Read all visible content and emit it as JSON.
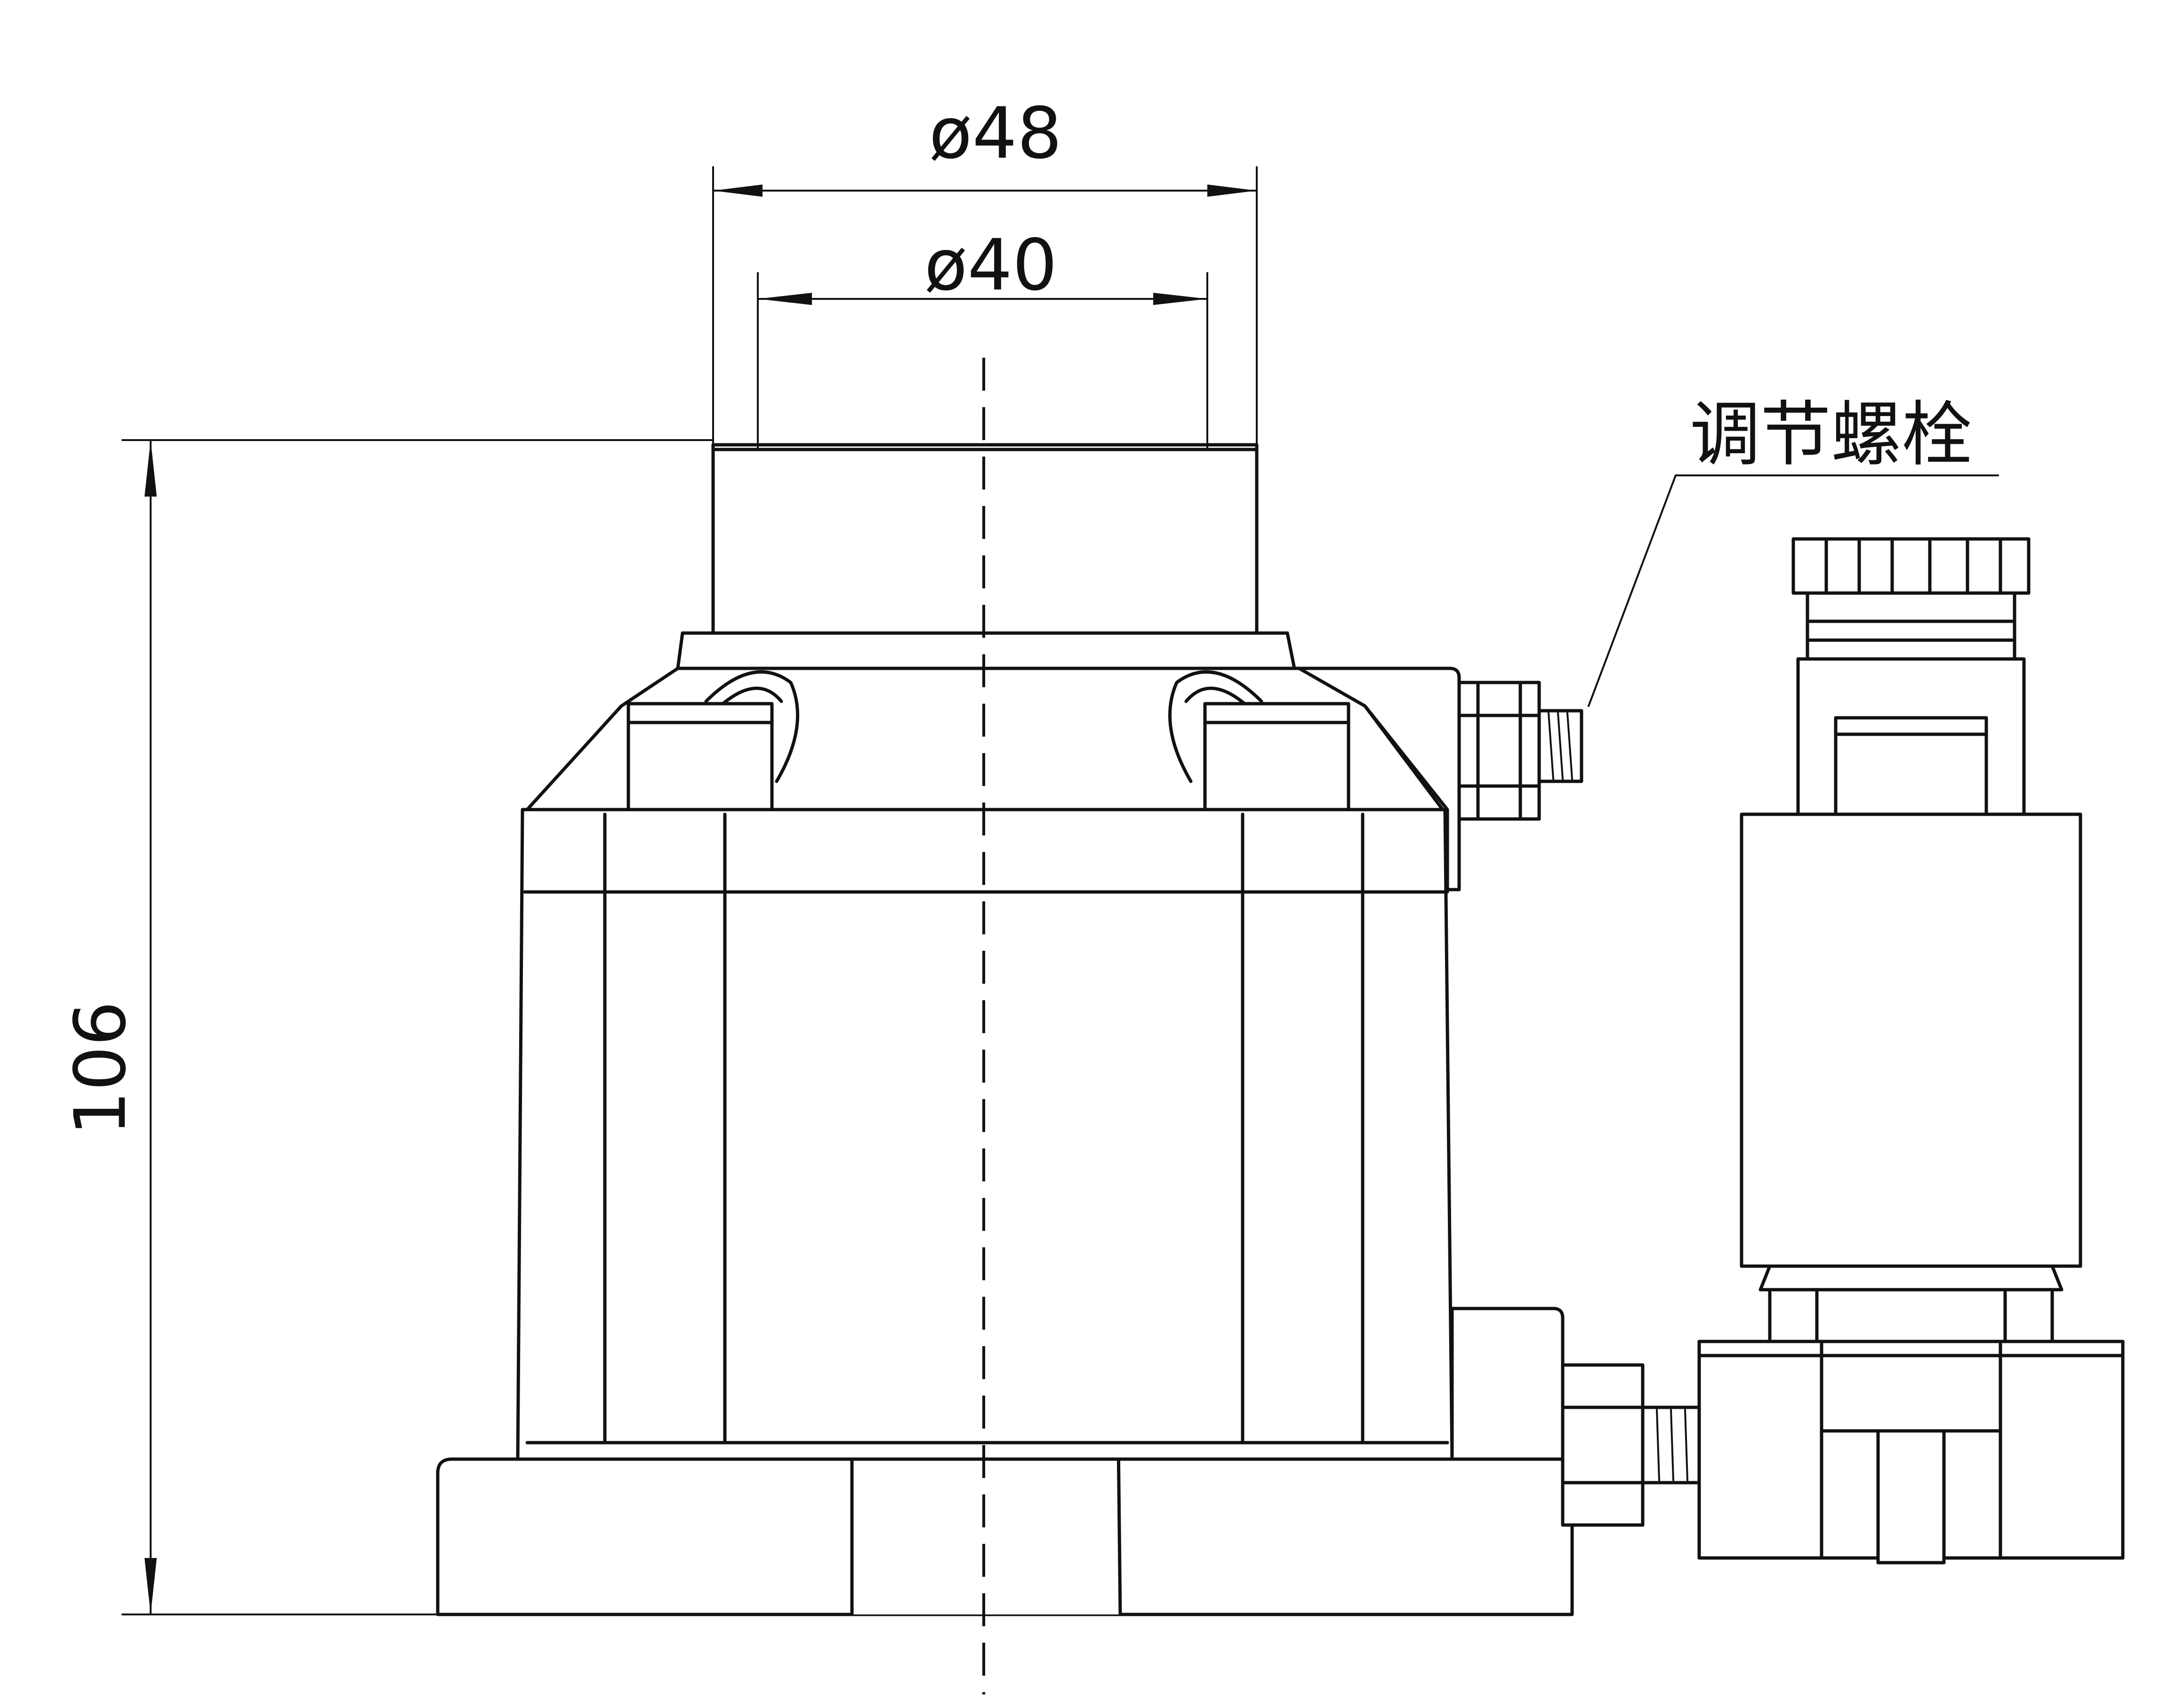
{
  "dimensions": {
    "outer_diameter": "ø48",
    "inner_diameter": "ø40",
    "height": "106"
  },
  "callout": {
    "label": "调节螺栓"
  },
  "colors": {
    "line": "#111111",
    "background": "#ffffff"
  }
}
